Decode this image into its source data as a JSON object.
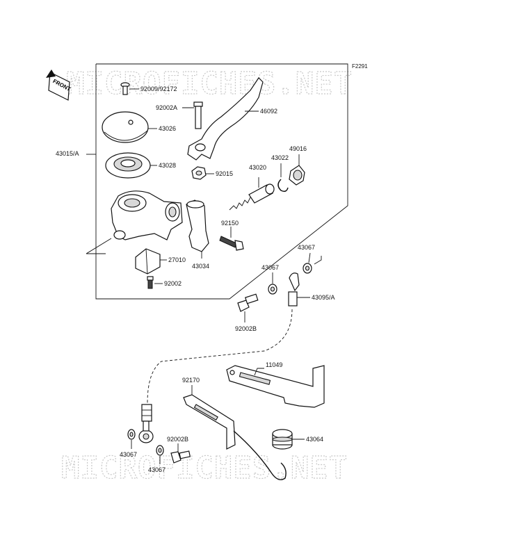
{
  "figure_code": "F2291",
  "watermark": "MICROFICHES.NET",
  "front_label": "FRONT",
  "labels": {
    "p92009": "92009/92172",
    "p92002a": "92002A",
    "p46092": "46092",
    "p43026": "43026",
    "p43015": "43015/A",
    "p43028": "43028",
    "p92015": "92015",
    "p43020": "43020",
    "p43022": "43022",
    "p49016": "49016",
    "p92150": "92150",
    "p27010": "27010",
    "p43034": "43034",
    "p92002_top": "92002",
    "p43067_a": "43067",
    "p43067_b": "43067",
    "p43095": "43095/A",
    "p92002b_top": "92002B",
    "p11049": "11049",
    "p92170": "92170",
    "p43064": "43064",
    "p92002b_bot": "92002B",
    "p43067_c": "43067",
    "p43067_d": "43067"
  }
}
